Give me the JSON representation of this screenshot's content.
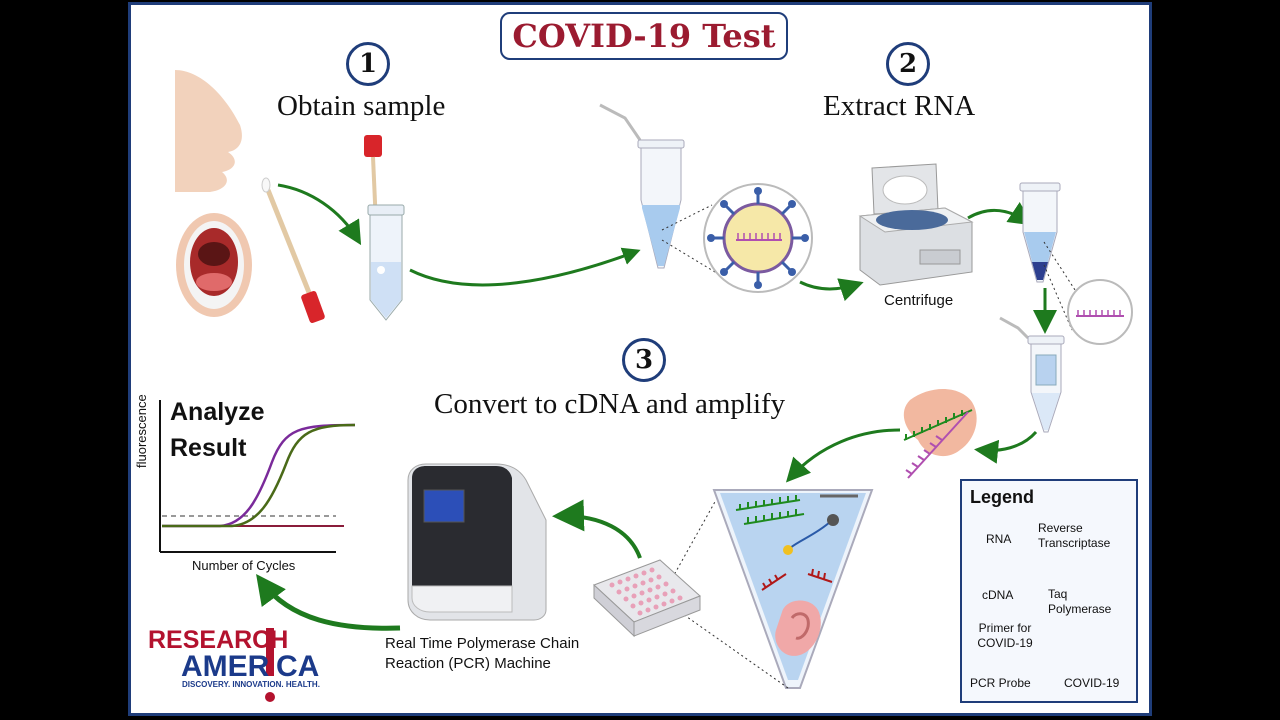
{
  "title": "COVID-19 Test",
  "steps": [
    {
      "number": "1",
      "label": "Obtain sample"
    },
    {
      "number": "2",
      "label": "Extract RNA"
    },
    {
      "number": "3",
      "label": "Convert to cDNA and amplify"
    }
  ],
  "centrifuge_label": "Centrifuge",
  "analyze": {
    "line1": "Analyze",
    "line2": "Result"
  },
  "graph": {
    "ylabel": "fluorescence",
    "xlabel": "Number of Cycles"
  },
  "pcr_machine_label": {
    "line1": "Real Time Polymerase Chain",
    "line2": "Reaction (PCR) Machine"
  },
  "legend": {
    "title": "Legend",
    "rna": "RNA",
    "cdna": "cDNA",
    "primer_line1": "Primer for",
    "primer_line2": "COVID-19",
    "probe": "PCR Probe",
    "rt_line1": "Reverse",
    "rt_line2": "Transcriptase",
    "taq_line1": "Taq",
    "taq_line2": "Polymerase",
    "covid": "COVID-19"
  },
  "logo": {
    "line1": "RESEARCH",
    "line2a": "AMER",
    "line2b": "CA",
    "tagline": "DISCOVERY. INNOVATION. HEALTH."
  },
  "colors": {
    "border": "#1f3d7a",
    "title": "#9b1b30",
    "arrow": "#1e7a1e",
    "rna": "#b04fb0",
    "cdna": "#1e8a1e",
    "primer": "#b01818",
    "logo_red": "#b3122e",
    "logo_blue": "#1b3a8a"
  }
}
